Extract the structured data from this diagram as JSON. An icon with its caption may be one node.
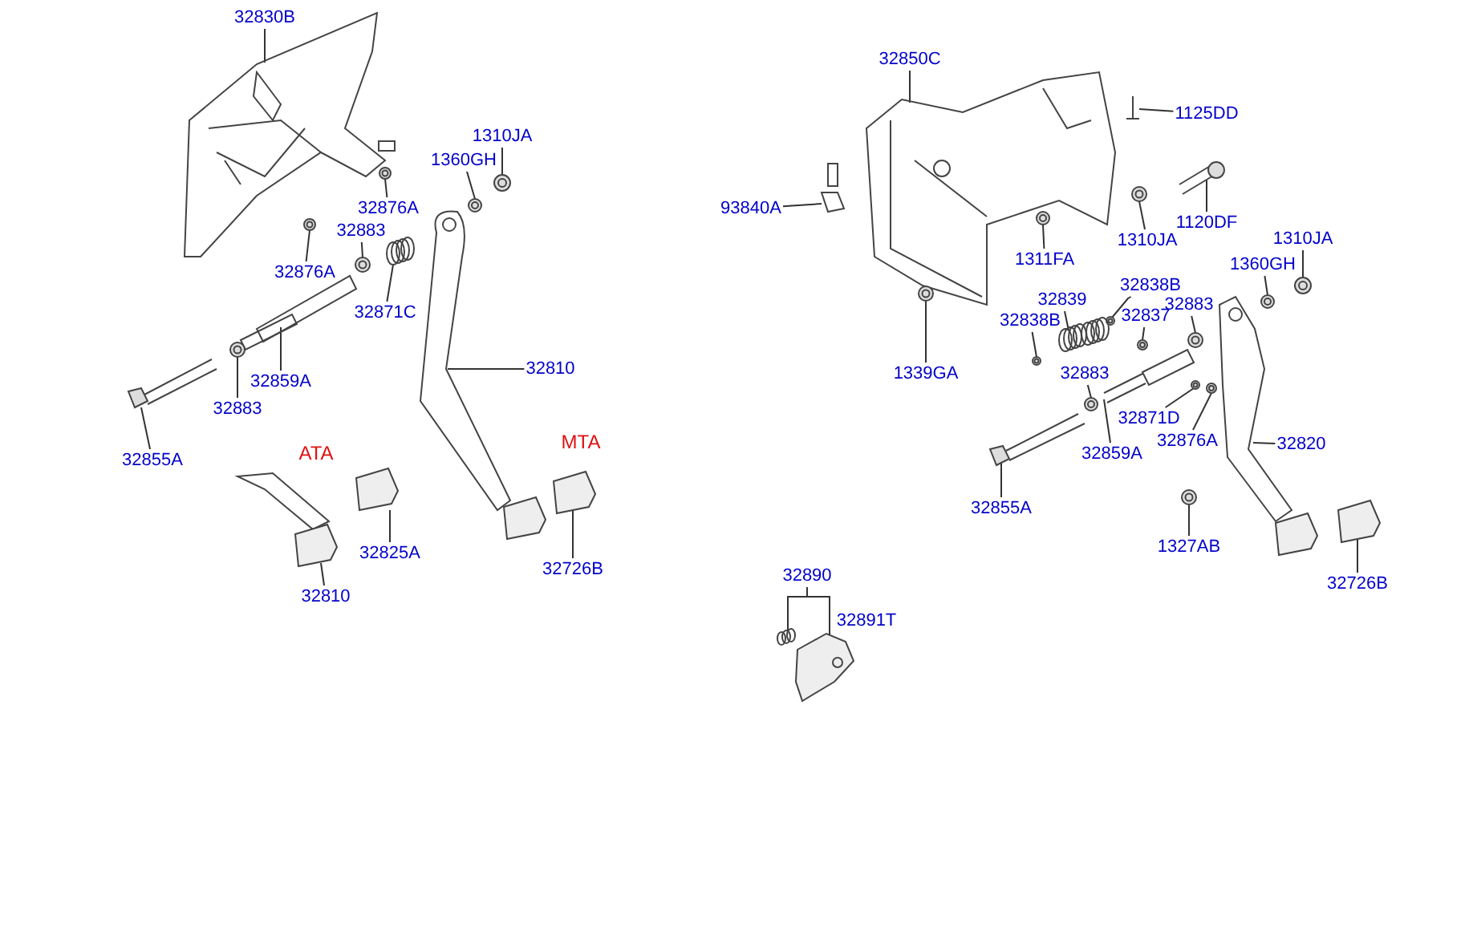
{
  "diagram": {
    "nodes": [
      {
        "text": [
          "32830B"
        ]
      },
      {
        "text": [
          "1310JA"
        ]
      },
      {
        "text": [
          "1360GH"
        ]
      },
      {
        "text": [
          "32876A"
        ]
      },
      {
        "text": [
          "32883"
        ]
      },
      {
        "text": [
          "32876A"
        ]
      },
      {
        "text": [
          "32871C"
        ]
      },
      {
        "text": [
          "32810"
        ]
      },
      {
        "text": [
          "32859A"
        ]
      },
      {
        "text": [
          "32883"
        ]
      },
      {
        "text": [
          "32855A"
        ]
      },
      {
        "text": [
          "32825A"
        ]
      },
      {
        "text": [
          "32810"
        ]
      },
      {
        "text": [
          "32726B"
        ]
      },
      {
        "text": [
          "32850C"
        ]
      },
      {
        "text": [
          "1125DD"
        ]
      },
      {
        "text": [
          "93840A"
        ]
      },
      {
        "text": [
          "1120DF"
        ]
      },
      {
        "text": [
          "1310JA"
        ]
      },
      {
        "text": [
          "1311FA"
        ]
      },
      {
        "text": [
          "1310JA"
        ]
      },
      {
        "text": [
          "1360GH"
        ]
      },
      {
        "text": [
          "32838B"
        ]
      },
      {
        "text": [
          "32839"
        ]
      },
      {
        "text": [
          "32837"
        ]
      },
      {
        "text": [
          "32883"
        ]
      },
      {
        "text": [
          "32838B"
        ]
      },
      {
        "text": [
          "1339GA"
        ]
      },
      {
        "text": [
          "32883"
        ]
      },
      {
        "text": [
          "32871D"
        ]
      },
      {
        "text": [
          "32820"
        ]
      },
      {
        "text": [
          "32876A"
        ]
      },
      {
        "text": [
          "32859A"
        ]
      },
      {
        "text": [
          "32855A"
        ]
      },
      {
        "text": [
          "1327AB"
        ]
      },
      {
        "text": [
          "32726B"
        ]
      },
      {
        "text": [
          "32890"
        ]
      },
      {
        "text": [],
        "shape": "picture"
      },
      {
        "text": [],
        "shape": "picture"
      },
      {
        "text": [],
        "shape": "picture"
      },
      {
        "text": [],
        "shape": "picture"
      },
      {
        "text": [],
        "shape": "picture"
      },
      {
        "text": [],
        "shape": "picture"
      },
      {
        "text": [],
        "shape": "picture"
      },
      {
        "text": [],
        "shape": "picture"
      },
      {
        "text": [],
        "shape": "picture"
      },
      {
        "text": [],
        "shape": "picture"
      },
      {
        "text": [],
        "shape": "picture"
      },
      {
        "text": [],
        "shape": "picture"
      },
      {
        "text": [],
        "shape": "picture"
      },
      {
        "text": [],
        "shape": "picture"
      },
      {
        "text": [],
        "shape": "picture"
      },
      {
        "text": [],
        "shape": "picture"
      },
      {
        "text": [],
        "shape": "picture"
      },
      {
        "text": [],
        "shape": "picture"
      },
      {
        "text": [],
        "shape": "picture"
      },
      {
        "text": [],
        "shape": "picture"
      },
      {
        "text": [],
        "shape": "picture"
      },
      {
        "text": [],
        "shape": "picture"
      },
      {
        "text": [],
        "shape": "picture"
      },
      {
        "text": [],
        "shape": "picture"
      },
      {
        "text": [],
        "shape": "picture"
      },
      {
        "text": [],
        "shape": "picture"
      },
      {
        "text": [],
        "shape": "picture"
      },
      {
        "text": [],
        "shape": "picture"
      },
      {
        "text": [],
        "shape": "picture"
      },
      {
        "text": [],
        "shape": "picture"
      },
      {
        "text": [],
        "shape": "picture"
      },
      {
        "text": [],
        "shape": "picture"
      },
      {
        "text": [],
        "shape": "picture"
      },
      {
        "text": [],
        "shape": "picture"
      },
      {
        "text": [],
        "shape": "picture"
      },
      {
        "text": [],
        "shape": "picture"
      },
      {
        "text": [],
        "shape": "picture"
      },
      {
        "text": [],
        "shape": "picture"
      }
    ],
    "edges": [
      {
        "from": 0,
        "to": 37,
        "arrow": "none"
      },
      {
        "from": 1,
        "to": 38,
        "arrow": "none"
      },
      {
        "from": 2,
        "to": 39,
        "arrow": "none"
      },
      {
        "from": 3,
        "to": 40,
        "arrow": "none"
      },
      {
        "from": 4,
        "to": 41,
        "arrow": "none"
      },
      {
        "from": 5,
        "to": 42,
        "arrow": "none"
      },
      {
        "from": 6,
        "to": 43,
        "arrow": "none"
      },
      {
        "from": 7,
        "to": 44,
        "arrow": "none"
      },
      {
        "from": 8,
        "to": 45,
        "arrow": "none"
      },
      {
        "from": 9,
        "to": 46,
        "arrow": "none"
      },
      {
        "from": 10,
        "to": 47,
        "arrow": "none"
      },
      {
        "from": 11,
        "to": 48,
        "arrow": "none"
      },
      {
        "from": 12,
        "to": 49,
        "arrow": "none"
      },
      {
        "from": 13,
        "to": 50,
        "arrow": "none"
      },
      {
        "from": 14,
        "to": 51,
        "arrow": "none"
      },
      {
        "from": 15,
        "to": 52,
        "arrow": "none"
      },
      {
        "from": 16,
        "to": 53,
        "arrow": "none"
      },
      {
        "from": 17,
        "to": 54,
        "arrow": "none"
      },
      {
        "from": 18,
        "to": 55,
        "arrow": "none"
      },
      {
        "from": 19,
        "to": 56,
        "arrow": "none"
      },
      {
        "from": 20,
        "to": 57,
        "arrow": "none"
      },
      {
        "from": 21,
        "to": 58,
        "arrow": "none"
      },
      {
        "from": 22,
        "to": 59,
        "arrow": "none"
      },
      {
        "from": 23,
        "to": 60,
        "arrow": "none"
      },
      {
        "from": 24,
        "to": 61,
        "arrow": "none"
      },
      {
        "from": 25,
        "to": 62,
        "arrow": "none"
      },
      {
        "from": 26,
        "to": 63,
        "arrow": "none"
      },
      {
        "from": 27,
        "to": 64,
        "arrow": "none"
      },
      {
        "from": 28,
        "to": 65,
        "arrow": "none"
      },
      {
        "from": 29,
        "to": 66,
        "arrow": "none"
      },
      {
        "from": 30,
        "to": 67,
        "arrow": "none"
      },
      {
        "from": 31,
        "to": 68,
        "arrow": "none"
      },
      {
        "from": 32,
        "to": 69,
        "arrow": "none"
      },
      {
        "from": 33,
        "to": 70,
        "arrow": "none"
      },
      {
        "from": 34,
        "to": 71,
        "arrow": "none"
      },
      {
        "from": 35,
        "to": 72,
        "arrow": "none"
      },
      {
        "from": 36,
        "to": 73,
        "arrow": "none"
      },
      {
        "from": 36,
        "to": 74,
        "arrow": "none"
      }
    ],
    "labels": [
      "MTA",
      "ATA",
      "32891T"
    ]
  }
}
